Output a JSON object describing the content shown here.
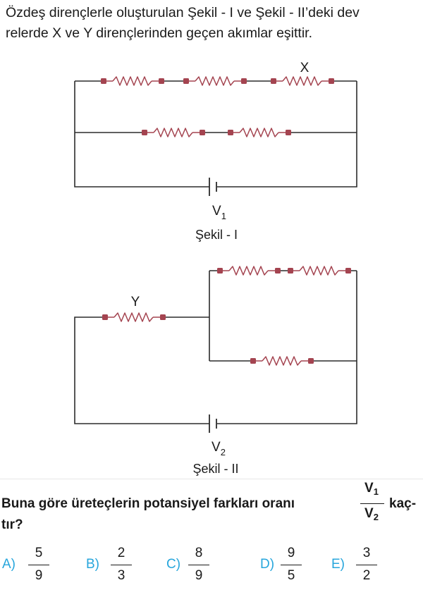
{
  "intro": {
    "line1": "Özdeş dirençlerle oluşturulan Şekil - I ve Şekil - II’deki dev",
    "line2": "relerde X ve Y dirençlerinden geçen akımlar eşittir."
  },
  "figure1": {
    "resistor_label": "X",
    "source_letter": "V",
    "source_index": "1",
    "caption": "Şekil - I"
  },
  "figure2": {
    "resistor_label": "Y",
    "source_letter": "V",
    "source_index": "2",
    "caption": "Şekil - II"
  },
  "colors": {
    "resistor": "#a44450",
    "wire": "#2b2b2b",
    "choice_letter": "#27a6dc"
  },
  "question": {
    "line1": "Buna göre üreteçlerin potansiyel farkları oranı",
    "ratio_num_letter": "V",
    "ratio_num_index": "1",
    "ratio_den_letter": "V",
    "ratio_den_index": "2",
    "tail": "kaç-",
    "line2": "tır?"
  },
  "choices": [
    {
      "letter": "A)",
      "numerator": "5",
      "denominator": "9"
    },
    {
      "letter": "B)",
      "numerator": "2",
      "denominator": "3"
    },
    {
      "letter": "C)",
      "numerator": "8",
      "denominator": "9"
    },
    {
      "letter": "D)",
      "numerator": "9",
      "denominator": "5"
    },
    {
      "letter": "E)",
      "numerator": "3",
      "denominator": "2"
    }
  ]
}
